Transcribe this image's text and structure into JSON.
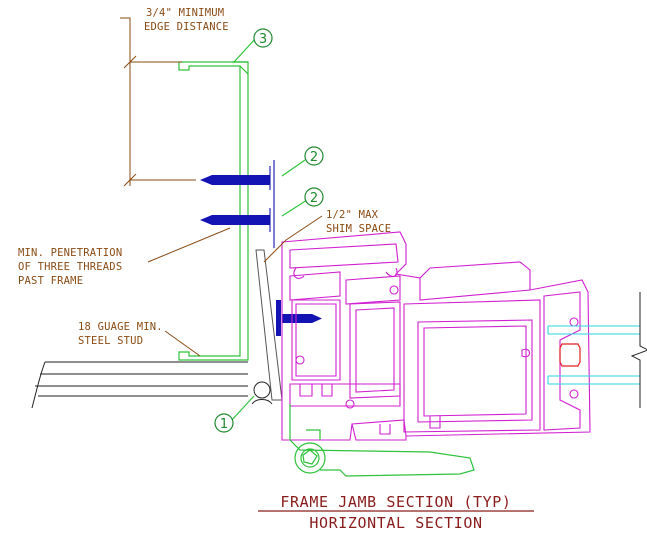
{
  "notes": {
    "edge_distance_line1": "3/4\" MINIMUM",
    "edge_distance_line2": "EDGE DISTANCE",
    "shim_line1": "1/2\" MAX",
    "shim_line2": "SHIM SPACE",
    "penetration_line1": "MIN. PENETRATION",
    "penetration_line2": "OF THREE THREADS",
    "penetration_line3": "PAST FRAME",
    "stud_line1": "18 GUAGE MIN.",
    "stud_line2": "STEEL STUD"
  },
  "callouts": {
    "c1": "1",
    "c2a": "2",
    "c2b": "2",
    "c3": "3"
  },
  "title": {
    "line1": "FRAME JAMB SECTION (TYP)",
    "line2": "HORIZONTAL SECTION"
  },
  "colors": {
    "stud": "#2fc23a",
    "frame": "#d11fd1",
    "glass": "#2ad4e0",
    "fastener": "#1414b4",
    "notes": "#8a4b14",
    "title": "#8a1c1c"
  }
}
